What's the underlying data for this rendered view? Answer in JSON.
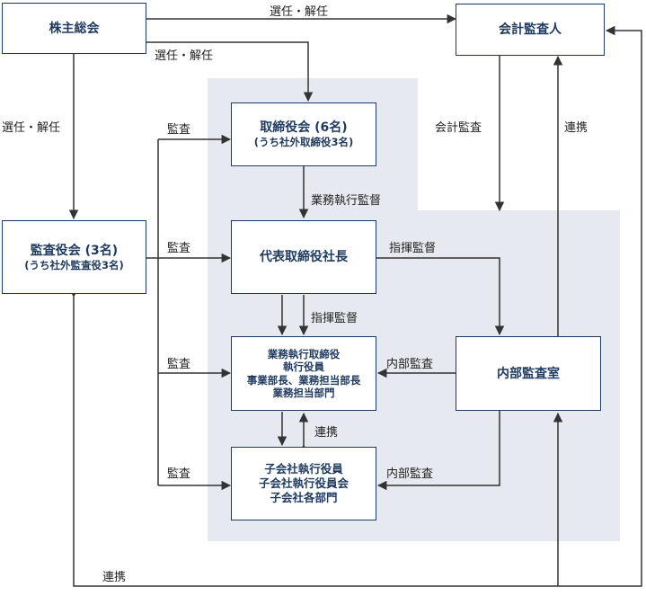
{
  "colors": {
    "shade": "#e6e9ef",
    "border": "#1f3a5f",
    "line": "#333333",
    "text": "#1f3a5f"
  },
  "nodes": {
    "shareholders": "株主総会",
    "auditor": "会計監査人",
    "board": {
      "title": "取締役会 (6名)",
      "sub": "(うち社外取締役3名)"
    },
    "audit_board": {
      "title": "監査役会 (3名)",
      "sub": "(うち社外監査役3名)"
    },
    "president": "代表取締役社長",
    "executives": [
      "業務執行取締役",
      "執行役員",
      "事業部長、業務担当部長",
      "業務担当部門"
    ],
    "internal_audit": "内部監査室",
    "subsidiaries": [
      "子会社執行役員",
      "子会社執行役員会",
      "子会社各部門"
    ]
  },
  "labels": {
    "elect_top": "選任・解任",
    "elect_board": "選任・解任",
    "elect_audit": "選任・解任",
    "accounting_audit": "会計監査",
    "coop_right": "連携",
    "audit_board": "監査",
    "audit_president": "監査",
    "audit_exec": "監査",
    "audit_subs": "監査",
    "business_oversight": "業務執行監督",
    "direction_1": "指揮監督",
    "direction_2": "指揮監督",
    "internal_audit_1": "内部監査",
    "internal_audit_2": "内部監査",
    "coop_mid": "連携",
    "coop_bottom": "連携"
  }
}
